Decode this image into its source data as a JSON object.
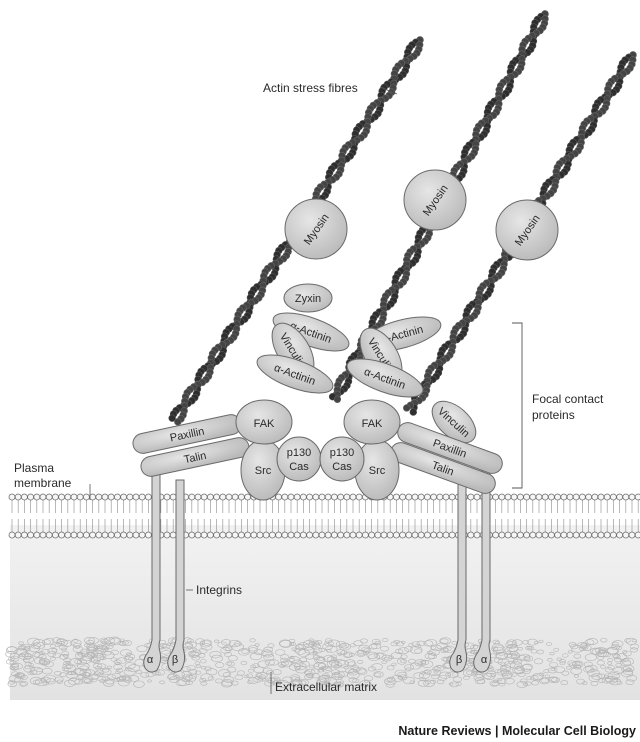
{
  "labels": {
    "actin_stress_fibres": "Actin stress fibres",
    "focal_contact_line1": "Focal contact",
    "focal_contact_line2": "proteins",
    "plasma_membrane_line1": "Plasma",
    "plasma_membrane_line2": "membrane",
    "integrins": "Integrins",
    "extracellular_matrix": "Extracellular matrix",
    "credit": "Nature Reviews | Molecular Cell Biology"
  },
  "proteins": {
    "myosin": "Myosin",
    "zyxin": "Zyxin",
    "alpha_actinin": "α-Actinin",
    "vinculin": "Vinculin",
    "fak": "FAK",
    "p130_line1": "p130",
    "p130_line2": "Cas",
    "src": "Src",
    "paxillin": "Paxillin",
    "talin": "Talin",
    "integrin_alpha": "α",
    "integrin_beta": "β"
  },
  "colors": {
    "actin": "#3a3a3a",
    "protein_fill": "#cfcfcf",
    "protein_stroke": "#6a6a6a",
    "cytoplasm_below_membrane": "#e8e8e8",
    "matrix": "#d6d6d6"
  }
}
